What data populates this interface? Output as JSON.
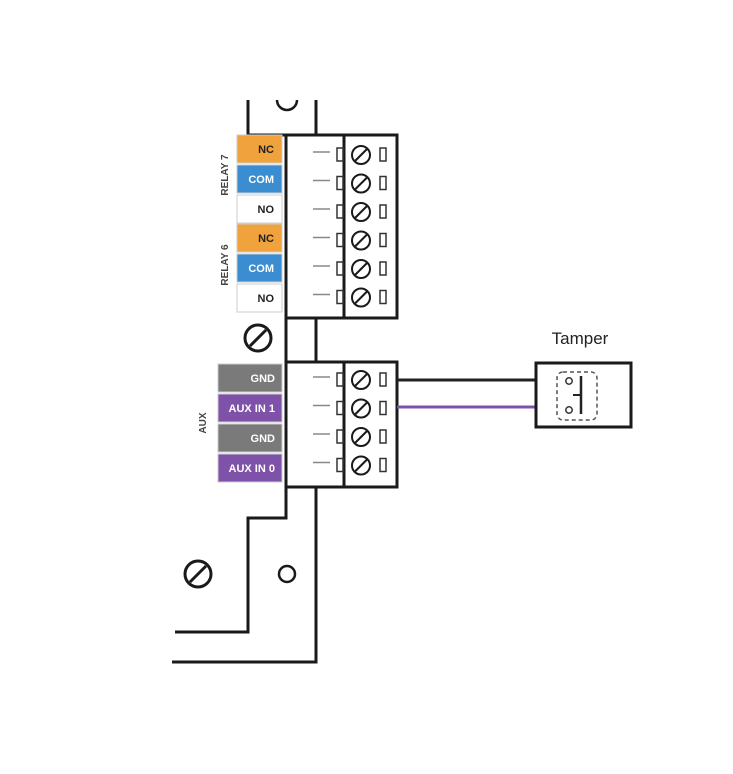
{
  "relay_block": {
    "groups": [
      {
        "label": "RELAY 7"
      },
      {
        "label": "RELAY 6"
      }
    ],
    "terminals": [
      {
        "label": "NC",
        "color": "#F0A23C",
        "text_color": "#222222"
      },
      {
        "label": "COM",
        "color": "#3A8DD0",
        "text_color": "#ffffff"
      },
      {
        "label": "NO",
        "color": "#ffffff",
        "text_color": "#222222"
      },
      {
        "label": "NC",
        "color": "#F0A23C",
        "text_color": "#222222"
      },
      {
        "label": "COM",
        "color": "#3A8DD0",
        "text_color": "#ffffff"
      },
      {
        "label": "NO",
        "color": "#ffffff",
        "text_color": "#222222"
      }
    ]
  },
  "aux_block": {
    "group_label": "AUX",
    "terminals": [
      {
        "label": "GND",
        "color": "#7A7A7A",
        "text_color": "#ffffff"
      },
      {
        "label": "AUX IN 1",
        "color": "#7D52A8",
        "text_color": "#ffffff"
      },
      {
        "label": "GND",
        "color": "#7A7A7A",
        "text_color": "#ffffff"
      },
      {
        "label": "AUX IN 0",
        "color": "#7D52A8",
        "text_color": "#ffffff"
      }
    ]
  },
  "tamper": {
    "title": "Tamper"
  },
  "wires": [
    {
      "from": "GND",
      "to": "Tamper",
      "color": "#222222"
    },
    {
      "from": "AUX IN 1",
      "to": "Tamper",
      "color": "#7D52A8"
    }
  ],
  "colors": {
    "outline": "#1a1a1a",
    "screw_stroke": "#1a1a1a"
  }
}
